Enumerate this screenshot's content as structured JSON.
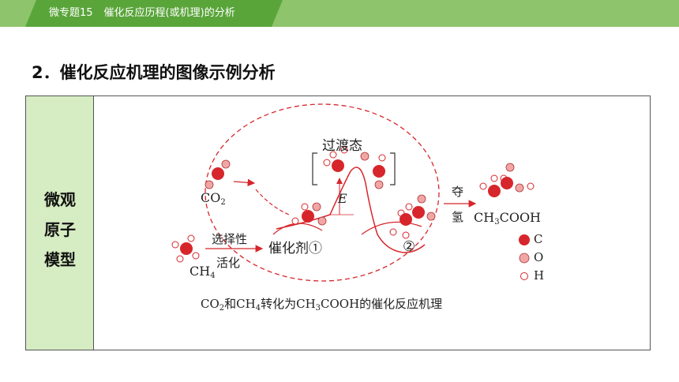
{
  "header": {
    "topic_number": "微专题15",
    "topic_title": "催化反应历程(或机理)的分析",
    "bar_color": "#8ec46b",
    "tab_color": "#5aa53a"
  },
  "section": {
    "heading": "2．催化反应机理的图像示例分析"
  },
  "table": {
    "side_label_lines": [
      "微观",
      "原子",
      "模型"
    ],
    "side_color": "#d6ecc2"
  },
  "diagram": {
    "co2": {
      "base": "CO",
      "sub": "2"
    },
    "ch4": {
      "base": "CH",
      "sub": "4"
    },
    "select_activate_line1": "选择性",
    "select_activate_line2": "活化",
    "catalyst": "催化剂①",
    "transition_state": "过渡态",
    "energy_symbol": "E",
    "step2": "②",
    "dehydrogenate_line1": "夺",
    "dehydrogenate_line2": "氢",
    "product": {
      "p1": "CH",
      "sub": "3",
      "p2": "COOH"
    },
    "legend": [
      {
        "symbol": "C",
        "color": "#d7262b"
      },
      {
        "symbol": "O",
        "color": "#f2a5a5"
      },
      {
        "symbol": "H",
        "color": "#ffffff"
      }
    ],
    "caption": {
      "a": "CO",
      "a_sub": "2",
      "b": "和CH",
      "b_sub": "4",
      "c": "转化为CH",
      "c_sub": "3",
      "d": "COOH的催化反应机理"
    },
    "accent_color": "#d7262b"
  }
}
